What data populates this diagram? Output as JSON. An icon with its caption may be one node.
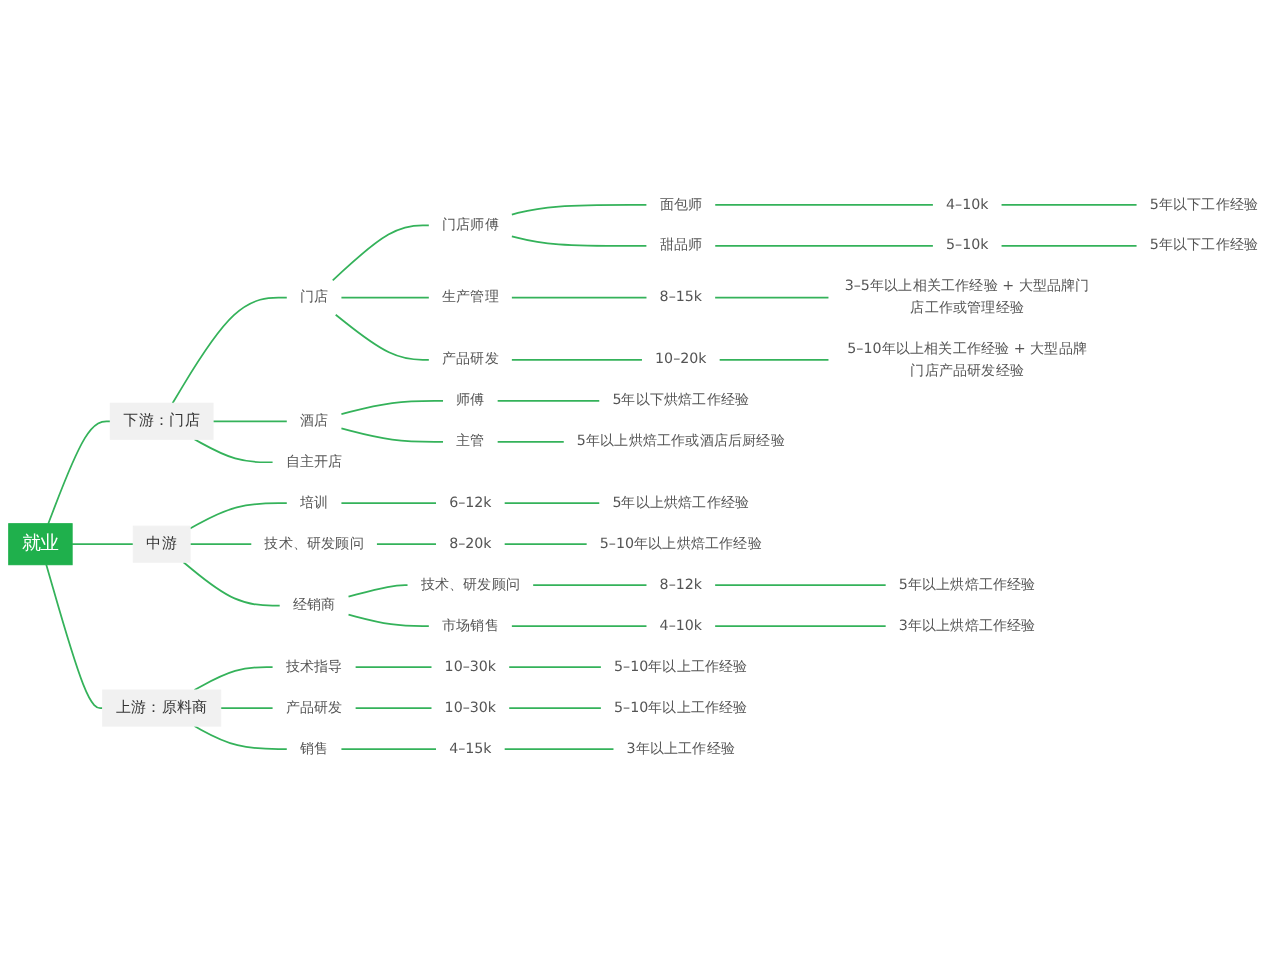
{
  "diagram": {
    "nodes": [
      {
        "text": [
          "就业"
        ]
      },
      {
        "text": [
          "下游：门店"
        ]
      },
      {
        "text": [
          "门店"
        ]
      },
      {
        "text": [
          "门店师傅"
        ]
      },
      {
        "text": [
          "面包师"
        ]
      },
      {
        "text": [
          "4–10k"
        ]
      },
      {
        "text": [
          "5年以下工作经验"
        ]
      },
      {
        "text": [
          "甜品师"
        ]
      },
      {
        "text": [
          "5–10k"
        ]
      },
      {
        "text": [
          "5年以下工作经验"
        ]
      },
      {
        "text": [
          "生产管理"
        ]
      },
      {
        "text": [
          "8–15k"
        ]
      },
      {
        "text": [
          "3–5年以上相关工作经验 + 大型品牌门店工作或管理经验"
        ]
      },
      {
        "text": [
          "产品研发"
        ]
      },
      {
        "text": [
          "10–20k"
        ]
      },
      {
        "text": [
          "5–10年以上相关工作经验 + 大型品牌门店产品研发经验"
        ]
      },
      {
        "text": [
          "酒店"
        ]
      },
      {
        "text": [
          "师傅"
        ]
      },
      {
        "text": [
          "5年以下烘焙工作经验"
        ]
      },
      {
        "text": [
          "主管"
        ]
      },
      {
        "text": [
          "5年以上烘焙工作或酒店后厨经验"
        ]
      },
      {
        "text": [
          "自主开店"
        ]
      },
      {
        "text": [
          "中游"
        ]
      },
      {
        "text": [
          "培训"
        ]
      },
      {
        "text": [
          "6–12k"
        ]
      },
      {
        "text": [
          "5年以上烘焙工作经验"
        ]
      },
      {
        "text": [
          "技术、研发顾问"
        ]
      },
      {
        "text": [
          "8–20k"
        ]
      },
      {
        "text": [
          "5–10年以上烘焙工作经验"
        ]
      },
      {
        "text": [
          "经销商"
        ]
      },
      {
        "text": [
          "技术、研发顾问"
        ]
      },
      {
        "text": [
          "8–12k"
        ]
      },
      {
        "text": [
          "5年以上烘焙工作经验"
        ]
      },
      {
        "text": [
          "市场销售"
        ]
      },
      {
        "text": [
          "4–10k"
        ]
      },
      {
        "text": [
          "3年以上烘焙工作经验"
        ]
      },
      {
        "text": [
          "上游：原料商"
        ]
      },
      {
        "text": [
          "技术指导"
        ]
      },
      {
        "text": [
          "10–30k"
        ]
      },
      {
        "text": [
          "5–10年以上工作经验"
        ]
      },
      {
        "text": [
          "产品研发"
        ]
      },
      {
        "text": [
          "10–30k"
        ]
      },
      {
        "text": [
          "5–10年以上工作经验"
        ]
      },
      {
        "text": [
          "销售"
        ]
      },
      {
        "text": [
          "4–15k"
        ]
      },
      {
        "text": [
          "3年以上工作经验"
        ]
      }
    ],
    "edges": [
      {
        "from": 0,
        "to": 1,
        "arrow": "none"
      },
      {
        "from": 1,
        "to": 2,
        "arrow": "none"
      },
      {
        "from": 2,
        "to": 3,
        "arrow": "none"
      },
      {
        "from": 3,
        "to": 4,
        "arrow": "none"
      },
      {
        "from": 4,
        "to": 5,
        "arrow": "none"
      },
      {
        "from": 5,
        "to": 6,
        "arrow": "none"
      },
      {
        "from": 3,
        "to": 7,
        "arrow": "none"
      },
      {
        "from": 7,
        "to": 8,
        "arrow": "none"
      },
      {
        "from": 8,
        "to": 9,
        "arrow": "none"
      },
      {
        "from": 2,
        "to": 10,
        "arrow": "none"
      },
      {
        "from": 10,
        "to": 11,
        "arrow": "none"
      },
      {
        "from": 11,
        "to": 12,
        "arrow": "none"
      },
      {
        "from": 2,
        "to": 13,
        "arrow": "none"
      },
      {
        "from": 13,
        "to": 14,
        "arrow": "none"
      },
      {
        "from": 14,
        "to": 15,
        "arrow": "none"
      },
      {
        "from": 1,
        "to": 16,
        "arrow": "none"
      },
      {
        "from": 16,
        "to": 17,
        "arrow": "none"
      },
      {
        "from": 17,
        "to": 18,
        "arrow": "none"
      },
      {
        "from": 16,
        "to": 19,
        "arrow": "none"
      },
      {
        "from": 19,
        "to": 20,
        "arrow": "none"
      },
      {
        "from": 1,
        "to": 21,
        "arrow": "none"
      },
      {
        "from": 0,
        "to": 22,
        "arrow": "none"
      },
      {
        "from": 22,
        "to": 23,
        "arrow": "none"
      },
      {
        "from": 23,
        "to": 24,
        "arrow": "none"
      },
      {
        "from": 24,
        "to": 25,
        "arrow": "none"
      },
      {
        "from": 22,
        "to": 26,
        "arrow": "none"
      },
      {
        "from": 26,
        "to": 27,
        "arrow": "none"
      },
      {
        "from": 27,
        "to": 28,
        "arrow": "none"
      },
      {
        "from": 22,
        "to": 29,
        "arrow": "none"
      },
      {
        "from": 29,
        "to": 30,
        "arrow": "none"
      },
      {
        "from": 30,
        "to": 31,
        "arrow": "none"
      },
      {
        "from": 31,
        "to": 32,
        "arrow": "none"
      },
      {
        "from": 29,
        "to": 33,
        "arrow": "none"
      },
      {
        "from": 33,
        "to": 34,
        "arrow": "none"
      },
      {
        "from": 34,
        "to": 35,
        "arrow": "none"
      },
      {
        "from": 0,
        "to": 36,
        "arrow": "none"
      },
      {
        "from": 36,
        "to": 37,
        "arrow": "none"
      },
      {
        "from": 37,
        "to": 38,
        "arrow": "none"
      },
      {
        "from": 38,
        "to": 39,
        "arrow": "none"
      },
      {
        "from": 36,
        "to": 40,
        "arrow": "none"
      },
      {
        "from": 40,
        "to": 41,
        "arrow": "none"
      },
      {
        "from": 41,
        "to": 42,
        "arrow": "none"
      },
      {
        "from": 36,
        "to": 43,
        "arrow": "none"
      },
      {
        "from": 43,
        "to": 44,
        "arrow": "none"
      },
      {
        "from": 44,
        "to": 45,
        "arrow": "none"
      }
    ]
  }
}
